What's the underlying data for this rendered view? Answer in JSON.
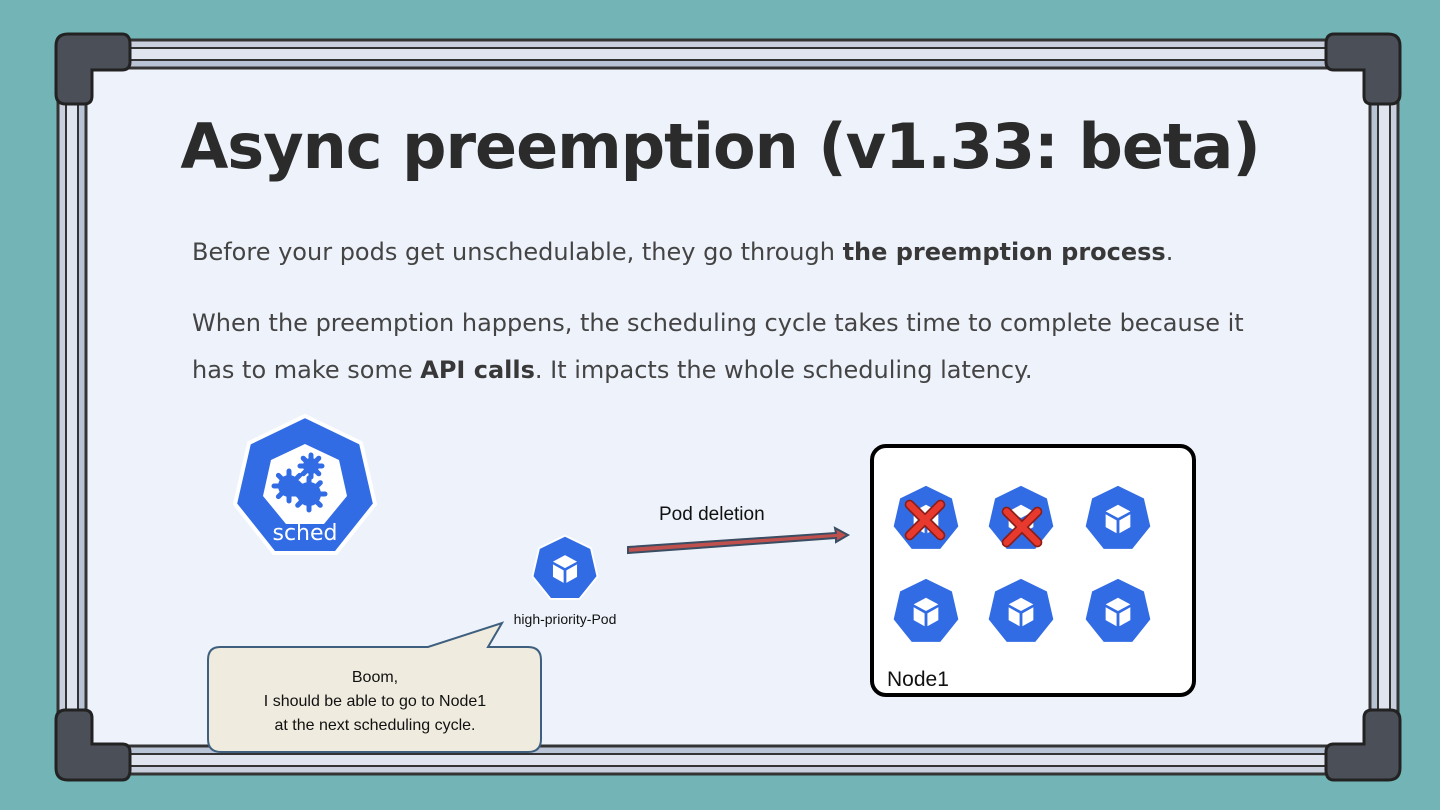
{
  "slide": {
    "title": "Async preemption (v1.33: beta)",
    "paragraph1": {
      "pre": "Before your pods get unschedulable, they go through ",
      "bold": "the preemption process",
      "post": "."
    },
    "paragraph2": {
      "pre": "When the preemption happens, the scheduling cycle takes time to complete because it has to make some ",
      "bold": "API calls",
      "post": ". It impacts the whole scheduling latency."
    }
  },
  "diagram": {
    "scheduler_label": "sched",
    "pod_label": "high-priority-Pod",
    "arrow_label": "Pod deletion",
    "node_label": "Node1",
    "speech_bubble": {
      "line1": "Boom,",
      "line2": "I should be able to go to Node1",
      "line3": "at the next scheduling cycle."
    },
    "node_pods": [
      {
        "status": "deleted"
      },
      {
        "status": "deleted"
      },
      {
        "status": "running"
      },
      {
        "status": "running"
      },
      {
        "status": "running"
      },
      {
        "status": "running"
      }
    ],
    "icons": {
      "scheduler": "kubernetes-scheduler-icon",
      "pod": "kubernetes-pod-icon",
      "deleted_mark": "red-x-icon"
    }
  },
  "colors": {
    "background": "#73b5b6",
    "board": "#eef3fb",
    "kubernetes_blue": "#326ce5",
    "arrow": "#c0504d",
    "bubble_fill": "#efebdf",
    "bubble_stroke": "#3f5f7f",
    "x_mark": "#e8392f"
  }
}
